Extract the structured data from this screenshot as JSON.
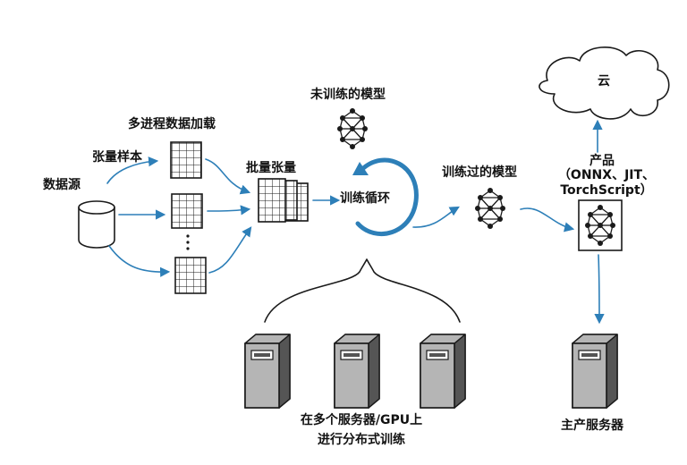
{
  "labels": {
    "data_source": "数据源",
    "tensor_samples": "张量样本",
    "multiprocess_loading": "多进程数据加载",
    "batch_tensor": "批量张量",
    "untrained_model": "未训练的模型",
    "training_loop": "训练循环",
    "trained_model": "训练过的模型",
    "product_line1": "产品",
    "product_line2": "（ONNX、JIT、",
    "product_line3": "TorchScript）",
    "cloud": "云",
    "distributed_line1": "在多个服务器/GPU上",
    "distributed_line2": "进行分布式训练",
    "production_servers": "主产服务器"
  },
  "colors": {
    "ink": "#1a1a1a",
    "arrow_blue": "#2d7fb8",
    "server_gray": "#555555",
    "server_light": "#b5b5b5",
    "background": "#ffffff"
  }
}
